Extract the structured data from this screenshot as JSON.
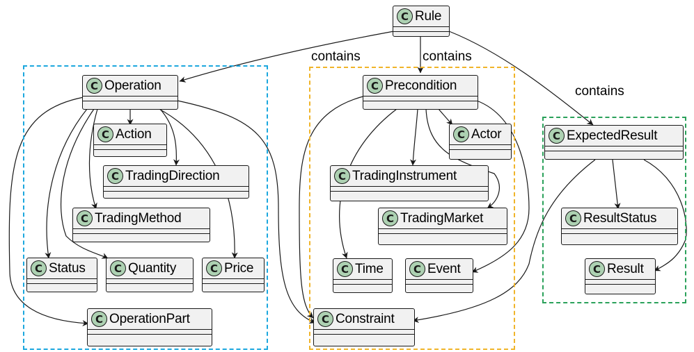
{
  "stereotype_letter": "C",
  "colors": {
    "class_fill": "#f1f1f1",
    "class_border": "#181818",
    "stereotype_circle": "#add1b2",
    "package_operation": "#1ba7de",
    "package_precondition": "#f0b429",
    "package_expected": "#2aa15a",
    "edge": "#181818"
  },
  "classes": {
    "rule": "Rule",
    "operation": "Operation",
    "action": "Action",
    "trading_direction": "TradingDirection",
    "trading_method": "TradingMethod",
    "status": "Status",
    "quantity": "Quantity",
    "price": "Price",
    "operation_part": "OperationPart",
    "precondition": "Precondition",
    "actor": "Actor",
    "trading_instrument": "TradingInstrument",
    "trading_market": "TradingMarket",
    "time": "Time",
    "event": "Event",
    "constraint": "Constraint",
    "expected_result": "ExpectedResult",
    "result_status": "ResultStatus",
    "result": "Result"
  },
  "edge_labels": {
    "rule_operation": "contains",
    "rule_precondition": "contains",
    "rule_expected": "contains"
  }
}
